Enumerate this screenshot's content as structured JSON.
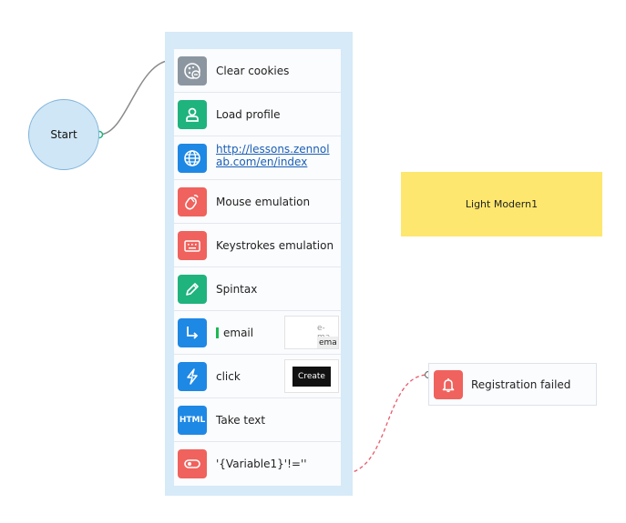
{
  "start": {
    "label": "Start",
    "fill": "#cfe6f6"
  },
  "actions": [
    {
      "label": "Clear cookies",
      "icon": "cookie-icon",
      "color": "#8c96a0"
    },
    {
      "label": "Load profile",
      "icon": "user-icon",
      "color": "#1fb37e"
    },
    {
      "label": "http://lessons.zennolab.com/en/index",
      "icon": "globe-icon",
      "color": "#1e88e5"
    },
    {
      "label": "Mouse emulation",
      "icon": "mouse-icon",
      "color": "#f0625d"
    },
    {
      "label": "Keystrokes emulation",
      "icon": "keyboard-icon",
      "color": "#f0625d"
    },
    {
      "label": "Spintax",
      "icon": "pencil-icon",
      "color": "#1fb37e"
    },
    {
      "label": "email",
      "icon": "arrow-down-right-icon",
      "color": "#1e88e5",
      "thumb_placeholder": "e-ma",
      "thumb_value": "ema"
    },
    {
      "label": "click",
      "icon": "lightning-icon",
      "color": "#1e88e5",
      "thumb_button": "Create"
    },
    {
      "label": "Take text",
      "icon": "html-icon",
      "color": "#1e88e5",
      "icon_text": "HTML"
    },
    {
      "label": "'{Variable1}'!=''",
      "icon": "toggle-icon",
      "color": "#f0625d"
    }
  ],
  "note": {
    "label": "Light Modern1",
    "color": "#fde76e"
  },
  "registration_failed": {
    "label": "Registration failed",
    "icon": "bell-icon",
    "color": "#f0625d"
  },
  "colors": {
    "group_bg": "#d6eaf8",
    "success_link": "#8a8a8a",
    "error_link": "#e85a6a"
  }
}
